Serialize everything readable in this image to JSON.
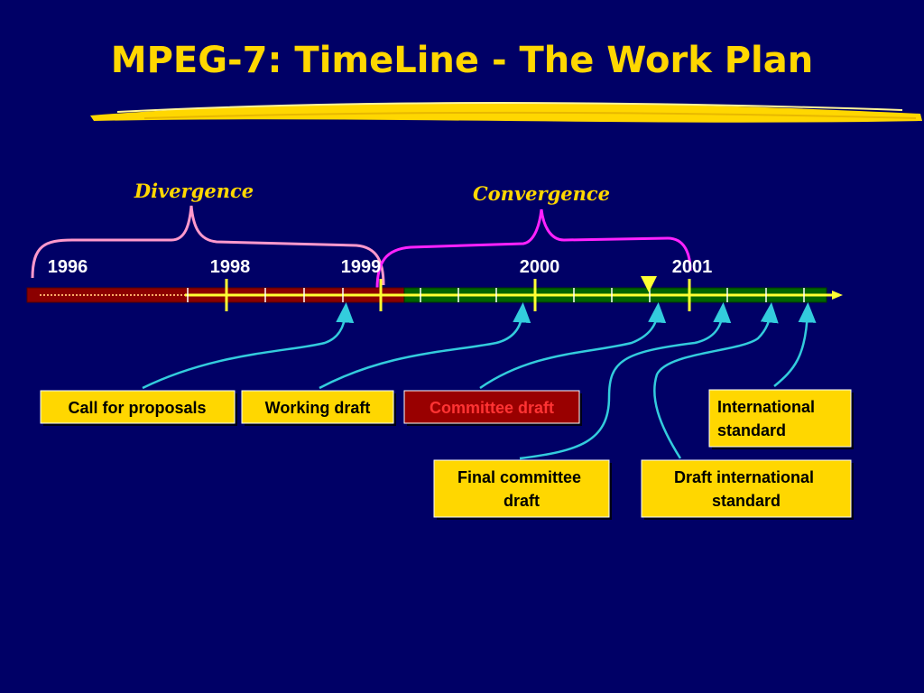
{
  "slide": {
    "title": "MPEG-7: TimeLine - The Work Plan",
    "background_color": "#000066",
    "accent_color": "#FFD700"
  },
  "phases": {
    "divergence": "Divergence",
    "convergence": "Convergence"
  },
  "timeline": {
    "years": [
      "1996",
      "1998",
      "1999",
      "2000",
      "2001"
    ],
    "segment_colors": {
      "early": "#8B0000",
      "late": "#006400",
      "center_line": "#FFFF33"
    }
  },
  "milestones": [
    {
      "label": "Call for proposals",
      "style": "yellow"
    },
    {
      "label": "Working draft",
      "style": "yellow"
    },
    {
      "label": "Committee draft",
      "style": "red"
    },
    {
      "label": "Final committee draft",
      "style": "yellow"
    },
    {
      "label": "Draft international standard",
      "style": "yellow"
    },
    {
      "label": "International standard",
      "style": "yellow"
    }
  ]
}
